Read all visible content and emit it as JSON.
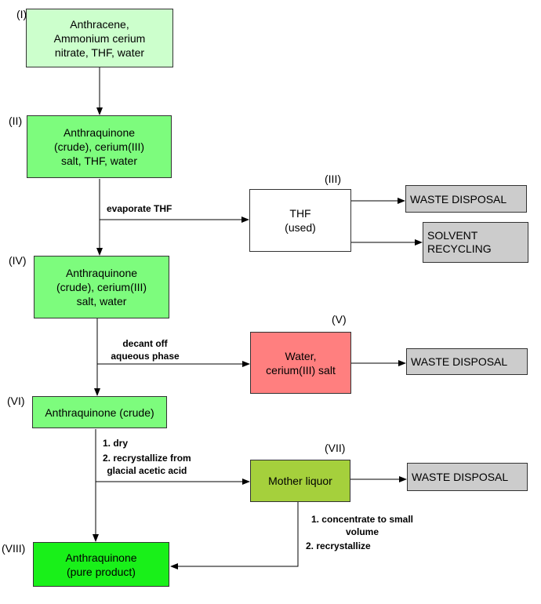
{
  "colors": {
    "light_green": "#ccffcc",
    "mid_green": "#7dfc7d",
    "bright_green": "#19f019",
    "salmon": "#ff7f7f",
    "olive_green": "#a5d03c",
    "grey": "#cccccc",
    "white": "#ffffff"
  },
  "steps": [
    "(I)",
    "(II)",
    "(III)",
    "(IV)",
    "(V)",
    "(VI)",
    "(VII)",
    "(VIII)"
  ],
  "boxes": {
    "b1": "Anthracene,\nAmmonium cerium\nnitrate, THF, water",
    "b2": "Anthraquinone\n(crude), cerium(III)\nsalt, THF, water",
    "b3": "THF\n(used)",
    "b4": "Anthraquinone\n(crude), cerium(III)\nsalt, water",
    "b5": "Water,\ncerium(III) salt",
    "b6": "Anthraquinone (crude)",
    "b7": "Mother liquor",
    "b8": "Anthraquinone\n(pure product)"
  },
  "outputs": {
    "waste1": "WASTE DISPOSAL",
    "recycle": "SOLVENT\nRECYCLING",
    "waste2": "WASTE DISPOSAL",
    "waste3": "WASTE DISPOSAL"
  },
  "notes": {
    "evaporate": "evaporate THF",
    "decant": "decant off\naqueous phase",
    "dry": "1. dry",
    "recryst": "2. recrystallize from\nglacial acetic acid",
    "concentrate": "1. concentrate to small\nvolume",
    "recryst2": "2. recrystallize"
  }
}
